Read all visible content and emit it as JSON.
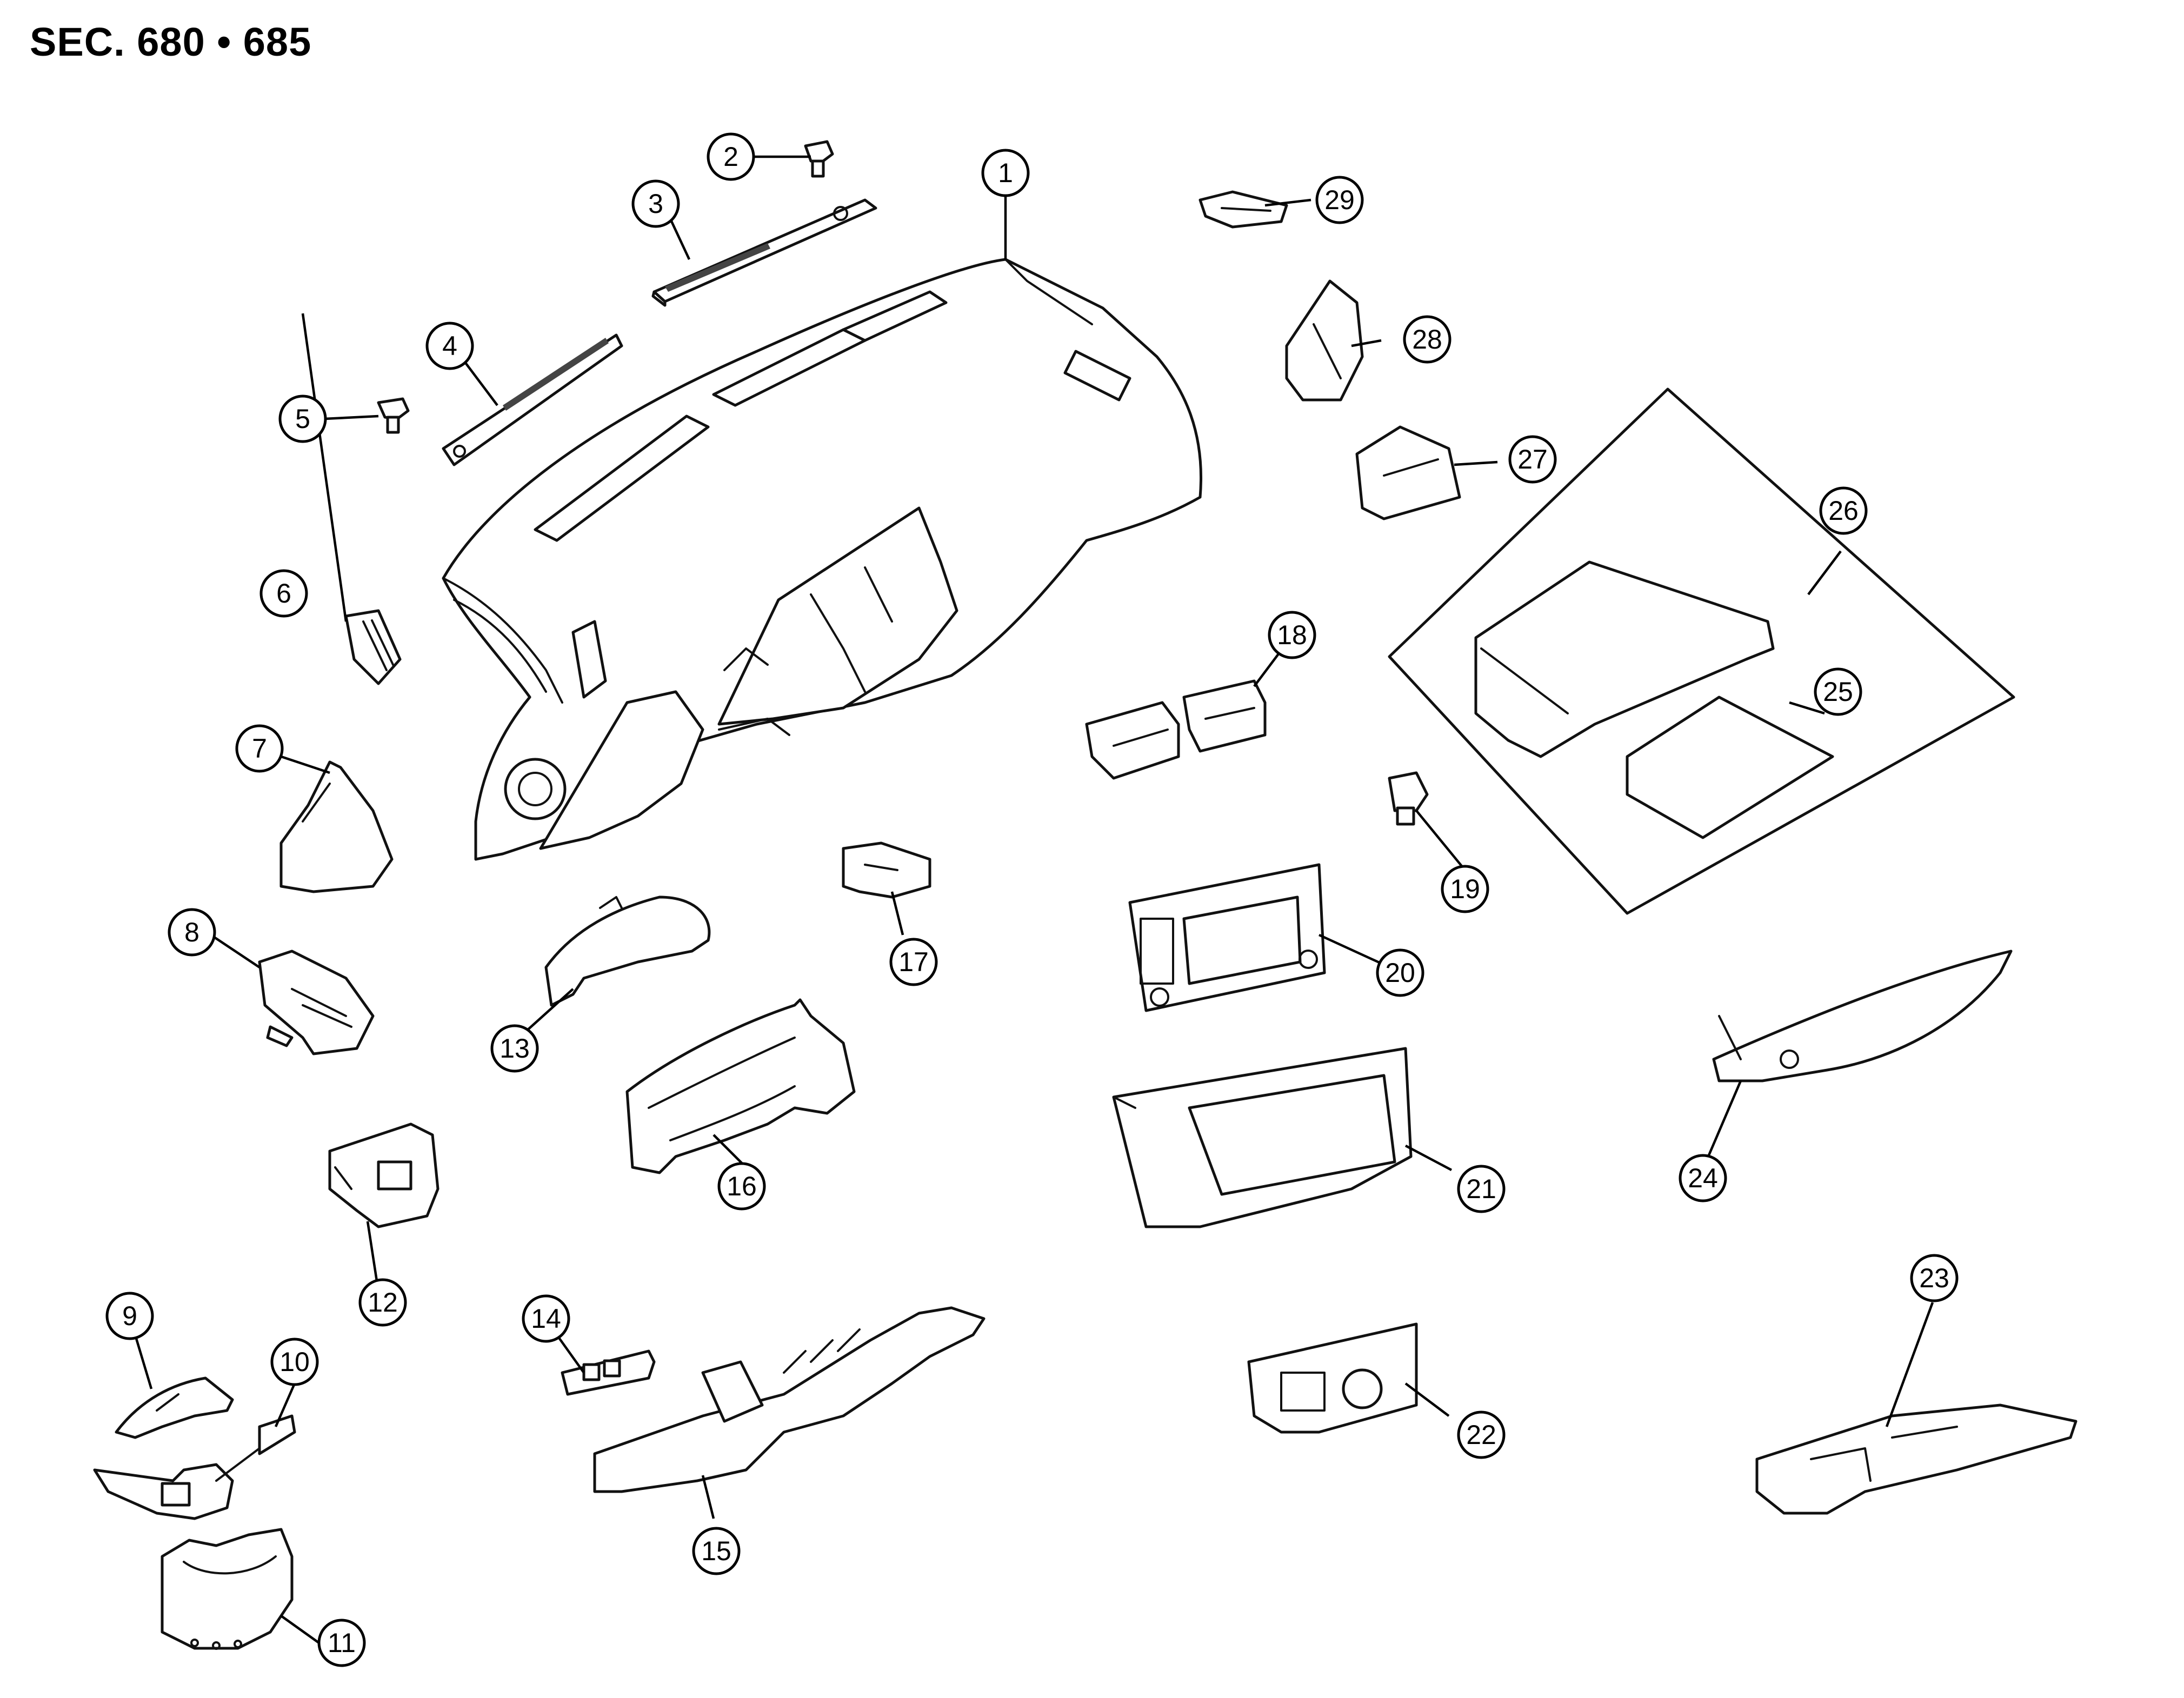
{
  "header": {
    "section_title": "SEC. 680 • 685"
  },
  "callouts": [
    {
      "id": "1",
      "label": "1"
    },
    {
      "id": "2",
      "label": "2"
    },
    {
      "id": "3",
      "label": "3"
    },
    {
      "id": "4",
      "label": "4"
    },
    {
      "id": "5",
      "label": "5"
    },
    {
      "id": "6",
      "label": "6"
    },
    {
      "id": "7",
      "label": "7"
    },
    {
      "id": "8",
      "label": "8"
    },
    {
      "id": "9",
      "label": "9"
    },
    {
      "id": "10",
      "label": "10"
    },
    {
      "id": "11",
      "label": "11"
    },
    {
      "id": "12",
      "label": "12"
    },
    {
      "id": "13",
      "label": "13"
    },
    {
      "id": "14",
      "label": "14"
    },
    {
      "id": "15",
      "label": "15"
    },
    {
      "id": "16",
      "label": "16"
    },
    {
      "id": "17",
      "label": "17"
    },
    {
      "id": "18",
      "label": "18"
    },
    {
      "id": "19",
      "label": "19"
    },
    {
      "id": "20",
      "label": "20"
    },
    {
      "id": "21",
      "label": "21"
    },
    {
      "id": "22",
      "label": "22"
    },
    {
      "id": "23",
      "label": "23"
    },
    {
      "id": "24",
      "label": "24"
    },
    {
      "id": "25",
      "label": "25"
    },
    {
      "id": "26",
      "label": "26"
    },
    {
      "id": "27",
      "label": "27"
    },
    {
      "id": "28",
      "label": "28"
    },
    {
      "id": "29",
      "label": "29"
    }
  ]
}
